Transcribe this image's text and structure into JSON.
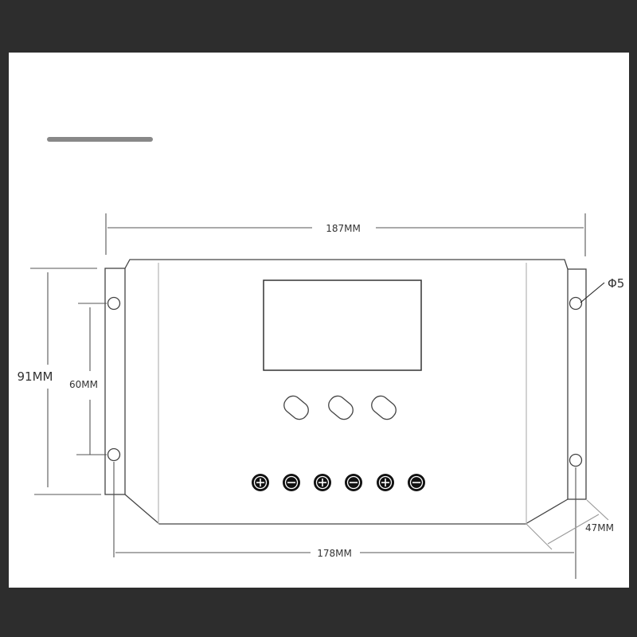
{
  "dimensions": {
    "overall_width": "187MM",
    "mount_hole_spacing_width": "178MM",
    "overall_height": "91MM",
    "mount_hole_spacing_height": "60MM",
    "depth": "47MM",
    "hole_diameter": "Φ5"
  },
  "device": {
    "buttons": 3,
    "terminals": [
      "plus",
      "minus",
      "plus",
      "minus",
      "plus",
      "minus"
    ]
  },
  "colors": {
    "background": "#2d2d2d",
    "paper": "#ffffff",
    "line": "#333333",
    "accent_bar": "#888888"
  }
}
